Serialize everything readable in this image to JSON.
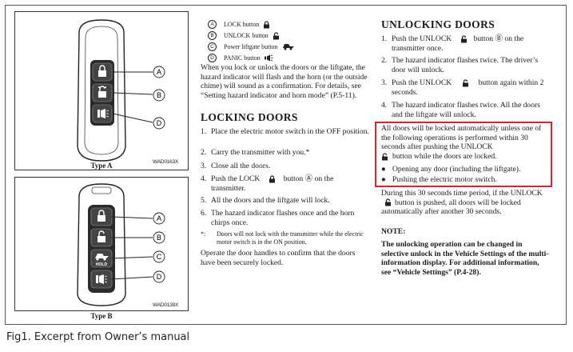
{
  "figures": {
    "type_a": {
      "code": "WAD0163X",
      "label": "Type A",
      "callouts": [
        "A",
        "B",
        "D"
      ]
    },
    "type_b": {
      "code": "WAD0138X",
      "label": "Type B",
      "callouts": [
        "A",
        "B",
        "C",
        "D"
      ],
      "hold_text": "HOLD"
    }
  },
  "legend": [
    {
      "letter": "A",
      "text": "LOCK button"
    },
    {
      "letter": "B",
      "text": "UNLOCK button"
    },
    {
      "letter": "C",
      "text": "Power liftgate button"
    },
    {
      "letter": "D",
      "text": "PANIC button"
    }
  ],
  "intro": "When you lock or unlock the doors or the liftgate, the hazard indicator will flash and the horn (or the outside chime) will sound as a confirmation. For details, see “Setting hazard indicator and horn mode” (P.5-11).",
  "locking": {
    "title": "LOCKING DOORS",
    "steps": [
      {
        "num": "1.",
        "text": "Place the electric motor switch in the OFF position."
      },
      {
        "num": "2.",
        "text": "Carry the transmitter with you.*"
      },
      {
        "num": "3.",
        "text": "Close all the doors."
      },
      {
        "num": "4.",
        "text_a": "Push the LOCK",
        "text_b": "button Ⓐ on the transmitter."
      },
      {
        "num": "5.",
        "text": "All the doors and the liftgate will lock."
      },
      {
        "num": "6.",
        "text": "The hazard indicator flashes once and the horn chirps once."
      }
    ],
    "footnote_mark": "*:",
    "footnote": "Doors will not lock with the transmitter while the electric motor switch is in the ON position.",
    "closing": "Operate the door handles to confirm that the doors have been securely locked."
  },
  "unlocking": {
    "title": "UNLOCKING DOORS",
    "step1_num": "1.",
    "step1_a": "Push the UNLOCK",
    "step1_b": "button Ⓑ on the transmitter once.",
    "step2_num": "2.",
    "step2": "The hazard indicator flashes twice. The driver’s door will unlock.",
    "step3_num": "3.",
    "step3_a": "Push the UNLOCK",
    "step3_b": "button again within 2 seconds.",
    "step4_num": "4.",
    "step4": "The hazard indicator flashes twice. All the doors and the liftgate will unlock.",
    "auto_lock_a": "All doors will be locked automatically unless one of the following operations is performed within 30 seconds after pushing the UNLOCK",
    "auto_lock_b": "button while the doors are locked.",
    "bullets": [
      "Opening any door (including the liftgate).",
      "Pushing the electric motor switch."
    ],
    "during_a": "During this 30 seconds time period, if the UNLOCK",
    "during_b": "button is pushed, all doors will be locked automatically after another 30 seconds.",
    "note_title": "NOTE:",
    "note": "The unlocking operation can be changed in selective unlock in the Vehicle Settings of the multi-information display. For additional information, see “Vehicle Settings” (P.4-28)."
  },
  "caption": "Fig1. Excerpt from Owner’s manual"
}
